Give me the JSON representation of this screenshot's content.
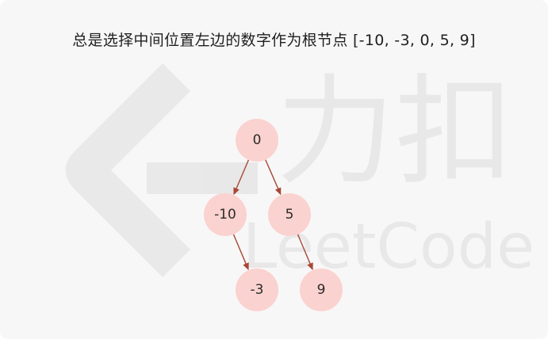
{
  "title": "总是选择中间位置左边的数字作为根节点  [-10, -3, 0, 5, 9]",
  "watermark": {
    "cn": "力扣",
    "en": "LeetCode",
    "logo_icon": "leetcode-logo-icon"
  },
  "colors": {
    "background": "#f8f7f7",
    "node_fill": "#fad2cf",
    "edge": "#a84636",
    "text": "#2b2b2b"
  },
  "tree": {
    "nodes": [
      {
        "id": "n0",
        "label": "0"
      },
      {
        "id": "nm10",
        "label": "-10"
      },
      {
        "id": "n5",
        "label": "5"
      },
      {
        "id": "nm3",
        "label": "-3"
      },
      {
        "id": "n9",
        "label": "9"
      }
    ],
    "edges": [
      {
        "from": "n0",
        "to": "nm10"
      },
      {
        "from": "n0",
        "to": "n5"
      },
      {
        "from": "nm10",
        "to": "nm3"
      },
      {
        "from": "n5",
        "to": "n9"
      }
    ]
  }
}
